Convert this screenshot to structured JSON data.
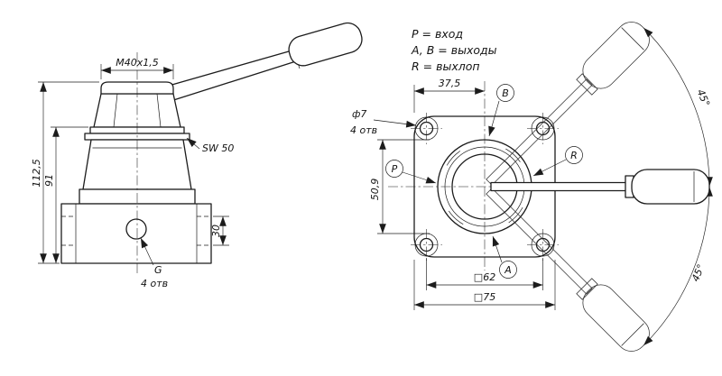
{
  "legend": {
    "line_p": "P = вход",
    "line_ab": "A, B = выходы",
    "line_r": "R = выхлоп"
  },
  "front_view": {
    "dim_thread": "M40x1,5",
    "dim_total_height": "112,5",
    "dim_body_height": "91",
    "dim_wrench_size": "SW 50",
    "dim_port_height": "30",
    "port_thread": "G",
    "port_count": "4 отв"
  },
  "flange_view": {
    "dim_center_offset": "37,5",
    "dim_hole_dia": "ф7",
    "hole_count": "4 отв",
    "dim_port_spacing": "50,9",
    "dim_bolt_square": "□62",
    "dim_flange_square": "□75",
    "angle_upper": "45°",
    "angle_lower": "45°",
    "port_p": "P",
    "port_a": "A",
    "port_b": "B",
    "port_r": "R"
  }
}
